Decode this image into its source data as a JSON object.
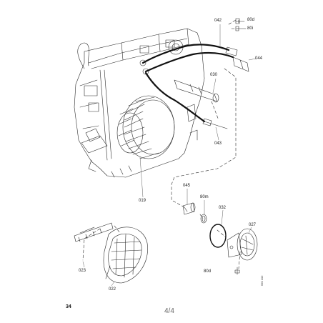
{
  "page": {
    "number": "34",
    "pagination": "4/4",
    "doc_code": "590 102"
  },
  "labels": {
    "l042": "042",
    "l80d_top": "80d",
    "l80i": "80i",
    "l044": "044",
    "l030": "030",
    "l043": "043",
    "l019": "019",
    "l045": "045",
    "l80m": "80m",
    "l032": "032",
    "l027": "027",
    "l023": "023",
    "l022": "022",
    "l80d_bottom": "80d"
  },
  "colors": {
    "line": "#2a2a2a",
    "cable": "#111111",
    "background": "#ffffff"
  }
}
